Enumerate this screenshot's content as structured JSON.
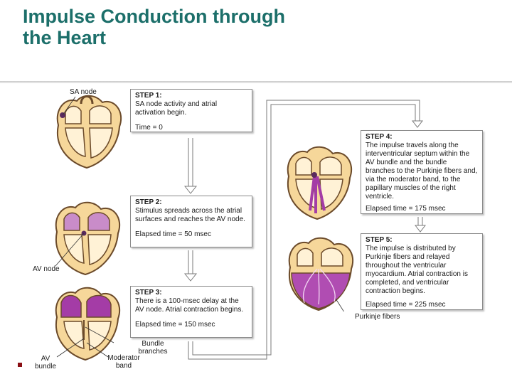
{
  "slide": {
    "title_line1": "Impulse Conduction through",
    "title_line2": "the Heart"
  },
  "steps": [
    {
      "heading": "STEP 1:",
      "text": "SA node activity and atrial activation begin.",
      "time": "Time = 0"
    },
    {
      "heading": "STEP 2:",
      "text": "Stimulus spreads across the atrial surfaces and reaches the AV node.",
      "time": "Elapsed time = 50 msec"
    },
    {
      "heading": "STEP 3:",
      "text": "There is a 100-msec delay at the AV node. Atrial contraction begins.",
      "time": "Elapsed time = 150 msec"
    },
    {
      "heading": "STEP 4:",
      "text": "The impulse travels along the interventricular septum within the AV bundle and the bundle branches to the Purkinje fibers and, via the moderator band, to the papillary muscles of the right ventricle.",
      "time": "Elapsed time = 175 msec"
    },
    {
      "heading": "STEP 5:",
      "text": "The impulse is distributed by Purkinje fibers and relayed throughout the ventricular myocardium. Atrial contraction is completed, and ventricular contraction begins.",
      "time": "Elapsed time = 225 msec"
    }
  ],
  "labels": {
    "sa_node": "SA node",
    "av_node": "AV node",
    "bundle_branches": "Bundle branches",
    "av_bundle": "AV bundle",
    "moderator_band": "Moderator band",
    "purkinje_fibers": "Purkinje fibers"
  },
  "colors": {
    "title": "#1c6f6a",
    "heart_fill": "#f6d79a",
    "heart_outline": "#6b4a2a",
    "chamber": "#fff2d6",
    "impulse": "#a43ca6",
    "bullet": "#8a0f14"
  }
}
